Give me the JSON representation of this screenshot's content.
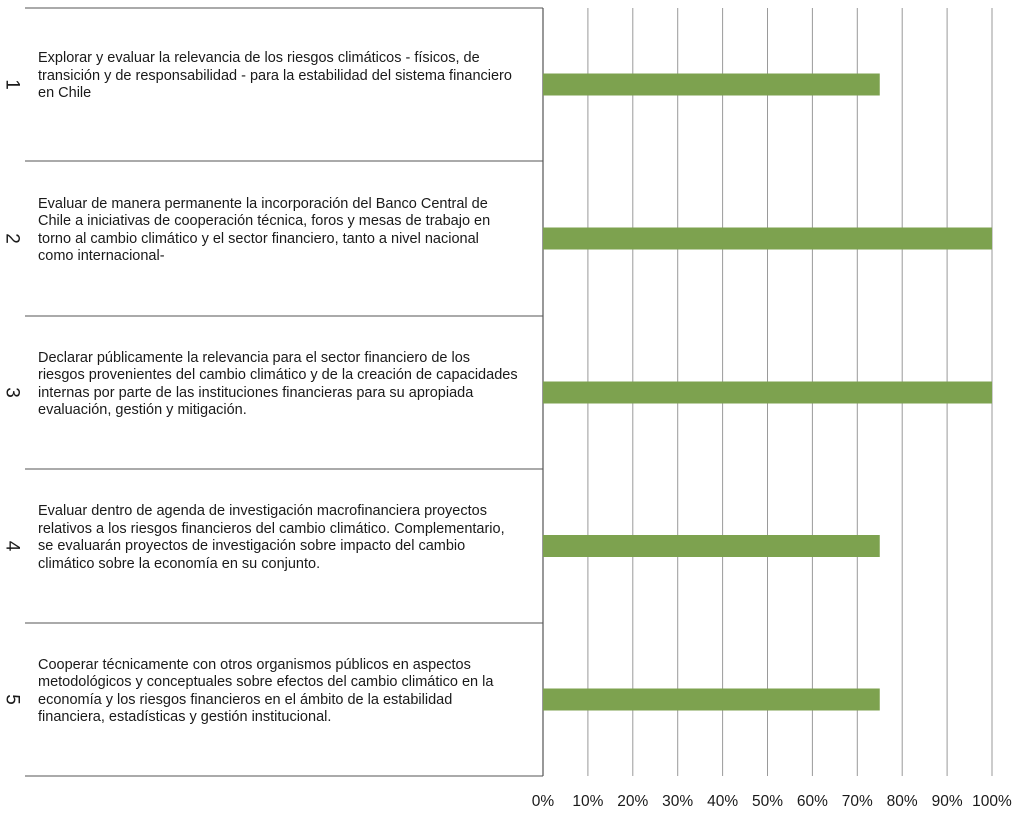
{
  "chart_data": {
    "type": "bar",
    "orientation": "horizontal",
    "categories": [
      "1",
      "2",
      "3",
      "4",
      "5"
    ],
    "descriptions": [
      "Explorar y evaluar la relevancia de los riesgos climáticos - físicos, de transición y de responsabilidad - para la estabilidad del sistema financiero en Chile",
      "Evaluar de manera permanente la incorporación del Banco Central de Chile a iniciativas de cooperación técnica, foros y mesas de trabajo en torno al cambio climático y el sector financiero, tanto a nivel nacional como internacional-",
      "Declarar públicamente la relevancia para el sector financiero de los riesgos provenientes del cambio climático y de la creación de capacidades internas por parte de las instituciones financieras para su apropiada evaluación, gestión y mitigación.",
      "Evaluar dentro de agenda de investigación macrofinanciera proyectos relativos a los riesgos financieros del cambio climático. Complementario, se evaluarán proyectos de investigación sobre impacto del cambio climático sobre la economía en su conjunto.",
      "Cooperar técnicamente con otros organismos públicos en aspectos metodológicos y conceptuales sobre efectos del cambio climático en la economía y los riesgos financieros en el ámbito de la estabilidad financiera, estadísticas y gestión institucional."
    ],
    "values": [
      75,
      100,
      100,
      75,
      75
    ],
    "xlim": [
      0,
      100
    ],
    "xticks": [
      "0%",
      "10%",
      "20%",
      "30%",
      "40%",
      "50%",
      "60%",
      "70%",
      "80%",
      "90%",
      "100%"
    ],
    "bar_color": "#7da24f",
    "grid": true
  }
}
